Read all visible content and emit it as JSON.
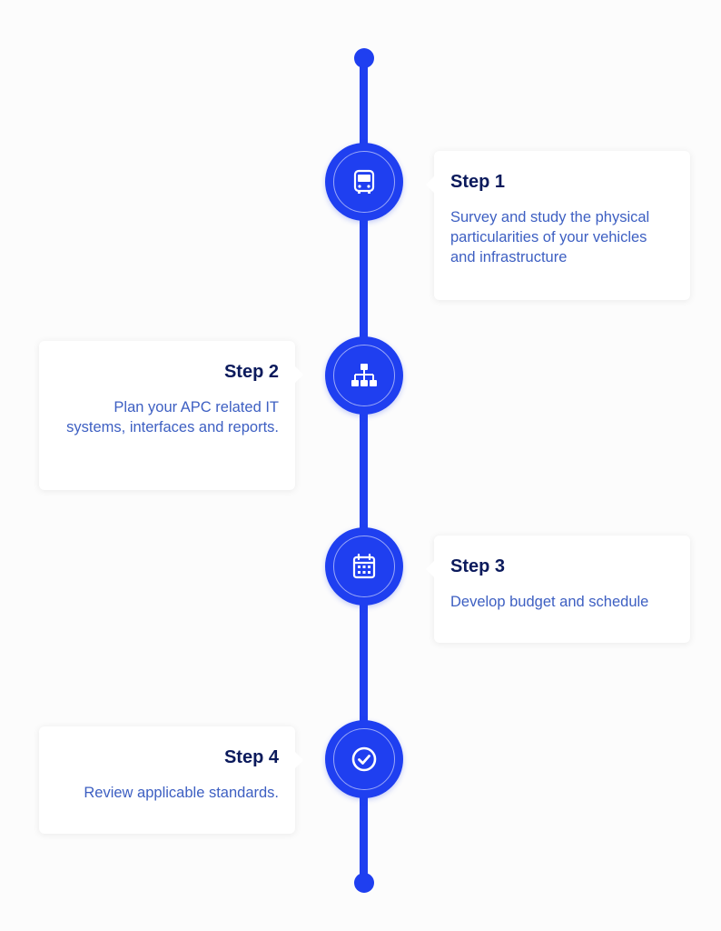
{
  "steps": [
    {
      "title": "Step 1",
      "description": "Survey and study the physical particularities of your vehicles and infrastructure",
      "icon": "bus-icon"
    },
    {
      "title": "Step 2",
      "description": "Plan your APC related IT systems, interfaces and reports.",
      "icon": "hierarchy-icon"
    },
    {
      "title": "Step 3",
      "description": "Develop budget and schedule",
      "icon": "calendar-icon"
    },
    {
      "title": "Step 4",
      "description": "Review applicable standards.",
      "icon": "check-circle-icon"
    }
  ],
  "colors": {
    "accent": "#1f3ff0",
    "title": "#0b1a5c",
    "text": "#3d5fc2",
    "card": "#ffffff",
    "background": "#fcfcfc"
  }
}
